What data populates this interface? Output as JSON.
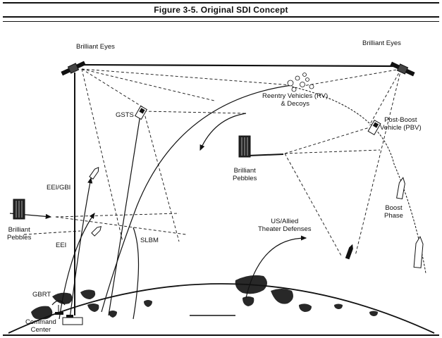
{
  "figure": {
    "title": "Figure 3-5. Original SDI Concept"
  },
  "labels": {
    "brilliant_eyes_left": "Brilliant Eyes",
    "brilliant_eyes_right": "Brilliant Eyes",
    "reentry_line1": "Reentry Vehicles (RV)",
    "reentry_line2": "& Decoys",
    "gsts": "GSTS",
    "post_boost_line1": "Post-Boost",
    "post_boost_line2": "Vehicle (PBV)",
    "brilliant_pebbles_center_line1": "Brilliant",
    "brilliant_pebbles_center_line2": "Pebbles",
    "eei_gbi": "EEI/GBI",
    "brilliant_pebbles_left_line1": "Brilliant",
    "brilliant_pebbles_left_line2": "Pebbles",
    "boost_line1": "Boost",
    "boost_line2": "Phase",
    "us_allied_line1": "US/Allied",
    "us_allied_line2": "Theater Defenses",
    "eei": "EEI",
    "slbm": "SLBM",
    "gbrt": "GBRT",
    "command_line1": "Command",
    "command_line2": "Center"
  }
}
